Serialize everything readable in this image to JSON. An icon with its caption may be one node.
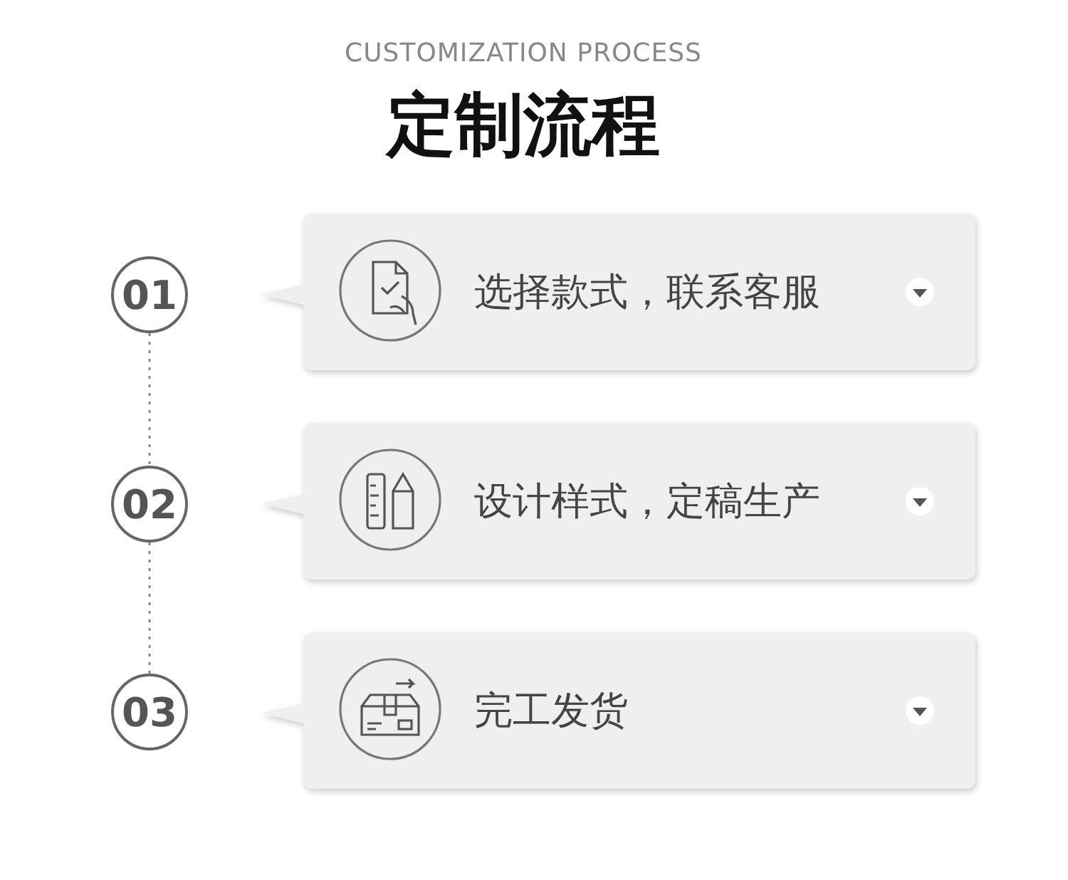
{
  "diagram": {
    "title": "定制流程",
    "nodes": [
      {
        "text": [
          "01"
        ]
      },
      {
        "text": [
          "选择款式，联系客服"
        ]
      },
      {
        "text": [
          "02"
        ]
      },
      {
        "text": [
          "设计样式，定稿生产"
        ]
      },
      {
        "text": [
          "03"
        ]
      },
      {
        "text": [
          "完工发货"
        ]
      }
    ],
    "edges": [
      {
        "from": 0,
        "to": 2,
        "arrow": "none",
        "style": "dashed"
      },
      {
        "from": 2,
        "to": 4,
        "arrow": "none",
        "style": "dashed"
      }
    ],
    "labels": [
      "CUSTOMIZATION PROCESS"
    ]
  }
}
